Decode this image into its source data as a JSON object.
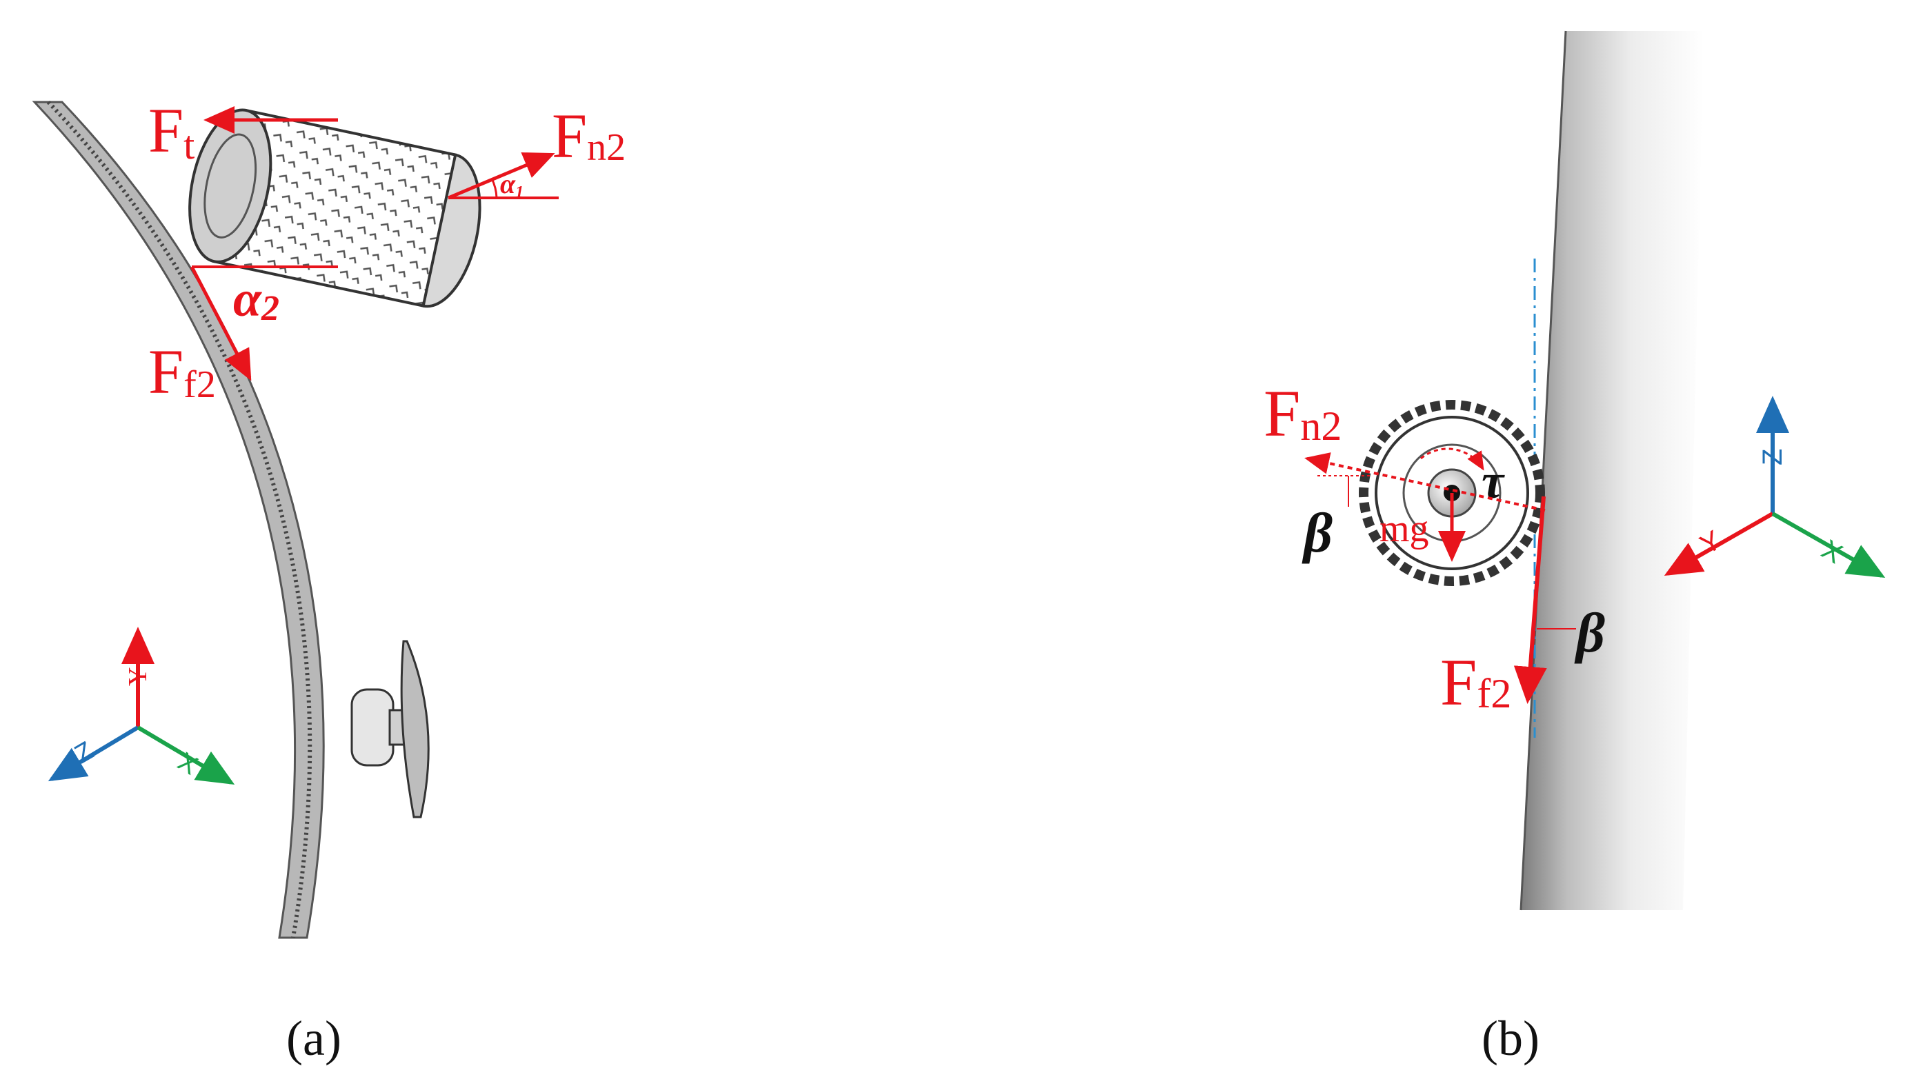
{
  "panel_a": {
    "caption": "(a)",
    "labels": {
      "ft_main": "F",
      "ft_sub": "t",
      "fn2_main": "F",
      "fn2_sub": "n2",
      "alpha1_main": "α",
      "alpha1_sub": "1",
      "alpha2_main": "α",
      "alpha2_sub": "2",
      "ff2_main": "F",
      "ff2_sub": "f2"
    },
    "axes": {
      "y": "Y",
      "z": "Z",
      "x": "X"
    }
  },
  "panel_b": {
    "caption": "(b)",
    "labels": {
      "fn2_main": "F",
      "fn2_sub": "n2",
      "tau": "τ",
      "mg": "mg",
      "beta_left": "β",
      "beta_right": "β",
      "ff2_main": "F",
      "ff2_sub": "f2"
    },
    "axes": {
      "z": "Z",
      "y": "Y",
      "x": "X"
    }
  },
  "colors": {
    "force": "#e8141c",
    "axis_x": "#1aa34a",
    "axis_y": "#e8141c",
    "axis_z": "#1f6fb5",
    "wall": "#9a9a9a"
  }
}
